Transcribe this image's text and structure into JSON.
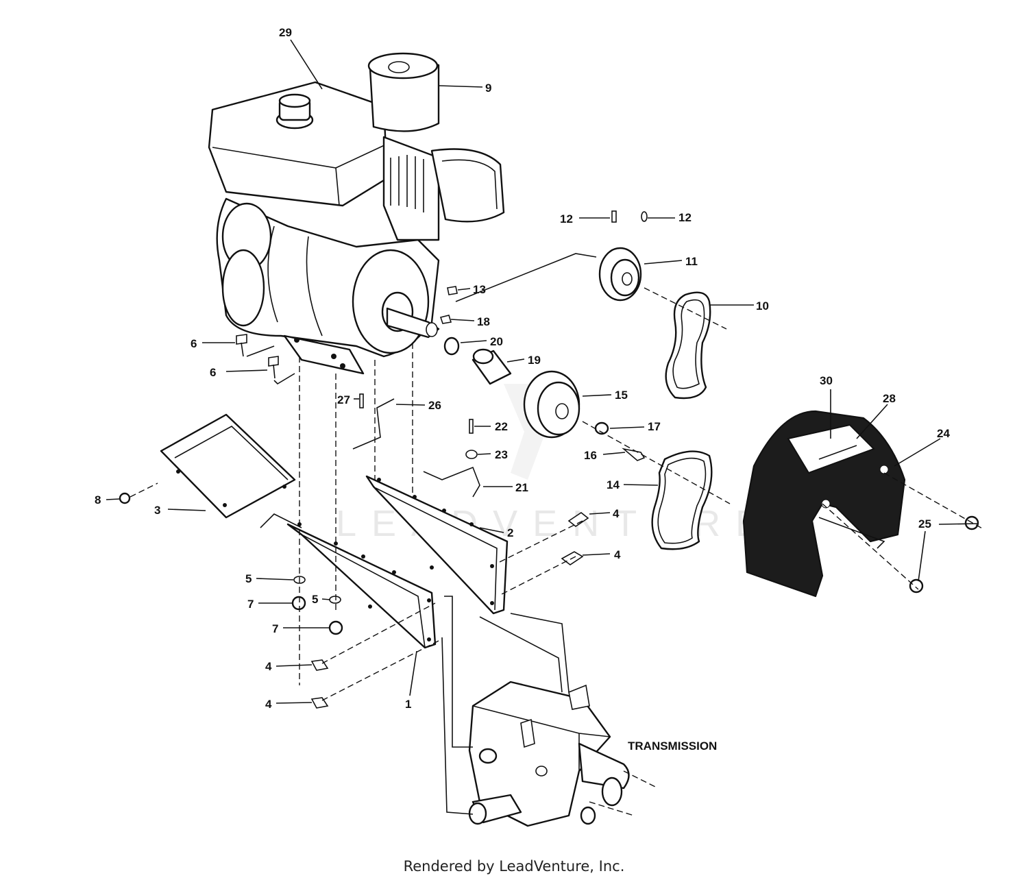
{
  "diagram": {
    "section_label": "TRANSMISSION",
    "watermark": "LEADVENTURE",
    "footer": "Rendered by LeadVenture, Inc.",
    "callouts": [
      "29",
      "9",
      "12",
      "12",
      "11",
      "13",
      "10",
      "18",
      "20",
      "6",
      "19",
      "6",
      "15",
      "27",
      "26",
      "30",
      "28",
      "22",
      "17",
      "24",
      "23",
      "16",
      "14",
      "21",
      "8",
      "3",
      "4",
      "2",
      "25",
      "4",
      "5",
      "7",
      "5",
      "7",
      "4",
      "4",
      "1"
    ]
  }
}
